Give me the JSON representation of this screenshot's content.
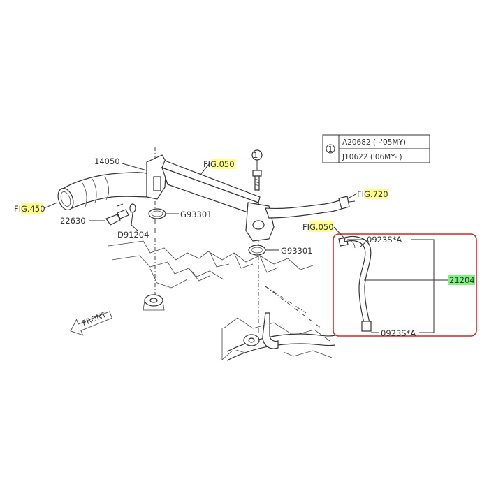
{
  "labels": {
    "p14050": "14050",
    "fig450": "FIG.450",
    "p22630": "22630",
    "d91204": "D91204",
    "g93301_top": "G93301",
    "g93301_bottom": "G93301",
    "fig050_top": "FIG.050",
    "fig720": "FIG.720",
    "fig050_right": "FIG.050",
    "bolt_top": "0923S*A",
    "bolt_bottom": "0923S*A",
    "p21204": "21204",
    "front": "FRONT",
    "callout_number": "1"
  },
  "callout_table": {
    "symbol": "1",
    "rows": [
      "A20682 ( -'05MY)",
      "J10622 ('06MY- )"
    ]
  },
  "colors": {
    "highlight_yellow": "#ffff8a",
    "highlight_green": "#7ef27e",
    "frame_red": "#cc2a2a",
    "line": "#333333"
  }
}
